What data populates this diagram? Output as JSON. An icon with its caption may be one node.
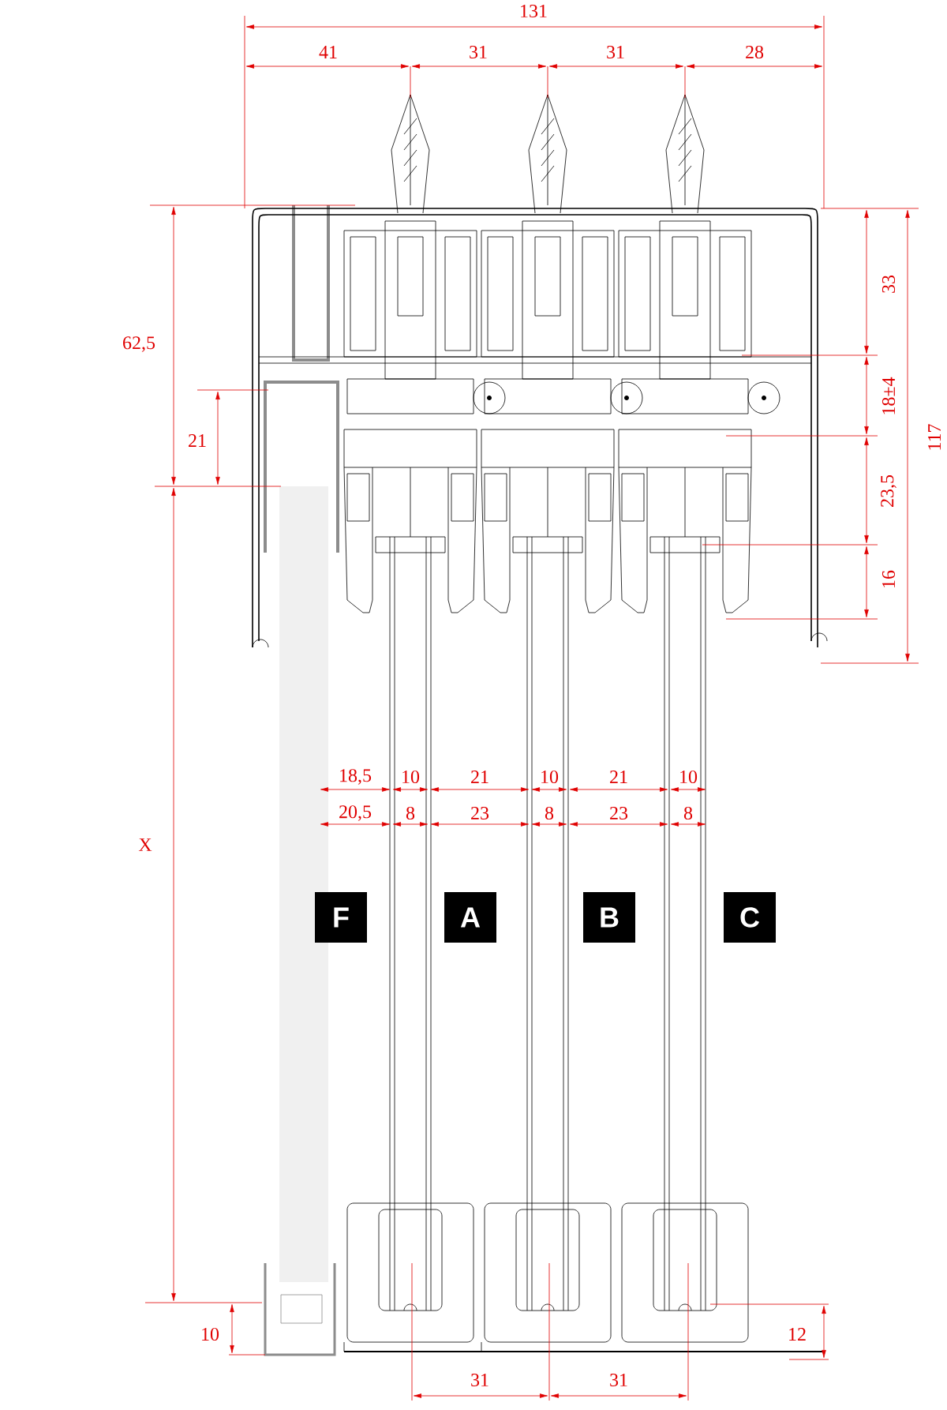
{
  "diagram": {
    "nodes": [
      {
        "text": [
          "F"
        ]
      },
      {
        "text": [
          "A"
        ]
      },
      {
        "text": [
          "B"
        ]
      },
      {
        "text": [
          "C"
        ]
      }
    ],
    "labels": [
      "131",
      "41",
      "31",
      "31",
      "28",
      "33",
      "62,5",
      "18±4",
      "117",
      "21",
      "23,5",
      "16",
      "18,5",
      "10",
      "21",
      "10",
      "21",
      "10",
      "20,5",
      "8",
      "23",
      "8",
      "23",
      "8",
      "X",
      "10",
      "12",
      "31",
      "31"
    ]
  }
}
